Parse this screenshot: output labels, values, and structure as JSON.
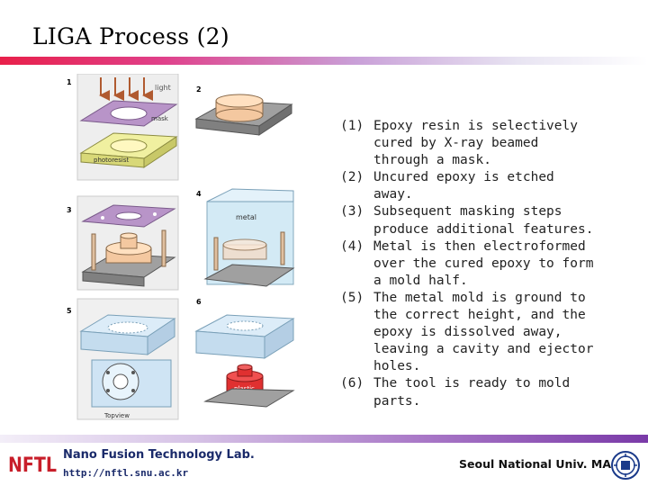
{
  "header": {
    "title": "LIGA Process (2)"
  },
  "figure": {
    "step_numbers": [
      "1",
      "2",
      "3",
      "4",
      "5",
      "6"
    ],
    "labels": {
      "light": "light",
      "mask": "mask",
      "photoresist": "photoresist",
      "metal": "metal",
      "plastic": "plastic",
      "topview": "Topview"
    }
  },
  "steps": [
    {
      "num": "(1)",
      "text": "Epoxy resin is selectively cured by X-ray beamed through a mask."
    },
    {
      "num": "(2)",
      "text": "Uncured epoxy is etched away."
    },
    {
      "num": "(3)",
      "text": "Subsequent masking steps produce additional features."
    },
    {
      "num": "(4)",
      "text": "Metal is then electroformed over the cured epoxy to form a mold half."
    },
    {
      "num": "(5)",
      "text": "The metal mold is ground to the correct height, and the epoxy is dissolved away, leaving a cavity and ejector holes."
    },
    {
      "num": "(6)",
      "text": "The tool is ready to mold parts."
    }
  ],
  "footer": {
    "logo_text": "NFTL",
    "lab_name": "Nano Fusion Technology Lab.",
    "lab_url": "http://nftl.snu.ac.kr",
    "university": "Seoul National Univ. MAE"
  },
  "colors": {
    "title_bar_start": "#e8204a",
    "footer_bar_end": "#7a3aa8",
    "logo_red": "#c81e2a",
    "text_navy": "#1a2a6a"
  }
}
